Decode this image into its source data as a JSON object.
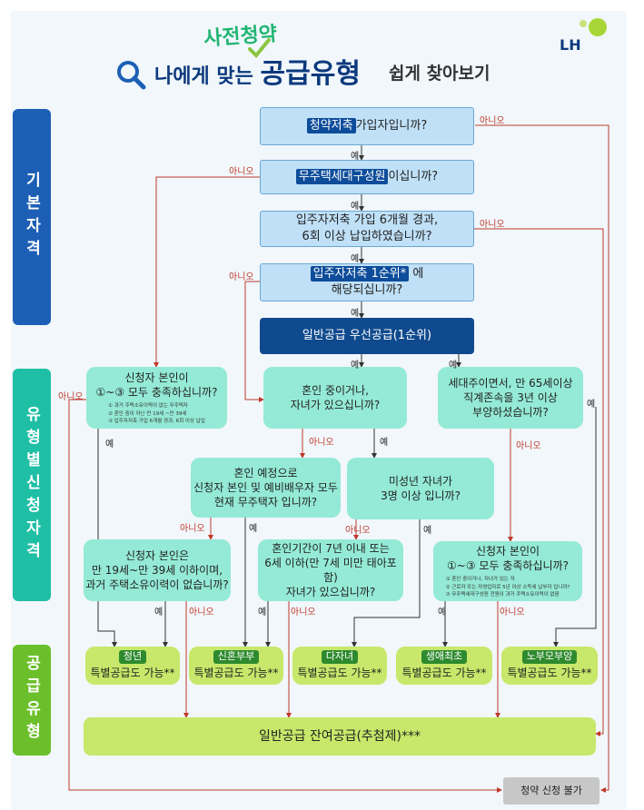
{
  "header": {
    "sub_title": "사전청약",
    "title_prefix": "나에게 맞는",
    "title_main": "공급유형",
    "title_suffix": "쉽게 찾아보기",
    "logo_text": "LH"
  },
  "sidebars": {
    "basic": "기본자격",
    "by_type": "유형별신청자격",
    "supply": "공급유형"
  },
  "nodes": {
    "q1": {
      "highlight": "청약저축",
      "text": "가입자입니까?"
    },
    "q2": {
      "highlight": "무주택세대구성원",
      "text": "이십니까?"
    },
    "q3": {
      "line1": "입주자저축 가입 6개월 경과,",
      "line2": "6회 이상 납입하였습니까?"
    },
    "q4": {
      "highlight": "입주자저축 1순위*",
      "text": " 에",
      "line2": "해당되십니까?"
    },
    "q5": {
      "text": "일반공급 우선공급(1순위)"
    },
    "t1": {
      "line1": "신청자 본인이",
      "line2": "①~③ 모두 충족하십니까?",
      "notes": [
        "① 과거 주택소유이력이 없는 무주택자",
        "② 혼인 중이 아닌 만 19세 ~만 39세",
        "③ 입주자저축 가입 6개월 경과, 6회 이상 납입"
      ]
    },
    "t2": {
      "line1": "혼인 중이거나,",
      "line2": "자녀가 있으십니까?"
    },
    "t3": {
      "line1": "세대주이면서, 만 65세이상",
      "line2": "직계존속을 3년 이상",
      "line3": "부양하셨습니까?"
    },
    "t4": {
      "line1": "혼인 예정으로",
      "line2": "신청자 본인 및 예비배우자 모두",
      "line3": "현재 무주택자 입니까?"
    },
    "t5": {
      "line1": "미성년 자녀가",
      "line2": "3명 이상 입니까?"
    },
    "t6": {
      "line1": "신청자 본인은",
      "line2": "만 19세~만 39세 이하이며,",
      "line3": "과거 주택소유이력이 없습니까?"
    },
    "t7": {
      "line1": "혼인기간이 7년 이내 또는",
      "line2": "6세 이하(만 7세 미만 태아포함)",
      "line3": "자녀가 있으십니까?"
    },
    "t8": {
      "line1": "신청자 본인이",
      "line2": "①~③ 모두 충족하십니까?",
      "notes": [
        "① 혼인 중이거나, 자녀가 있는 자",
        "② 근로자 또는 자영업자로 5년 이상 소득세 납부자 입니까?",
        "③ 무주택세대구성원 전원이 과거 주택소유이력이 없음"
      ]
    },
    "g1": {
      "tag": "청년",
      "text": "특별공급도 가능**"
    },
    "g2": {
      "tag": "신혼부부",
      "text": "특별공급도 가능**"
    },
    "g3": {
      "tag": "다자녀",
      "text": "특별공급도 가능**"
    },
    "g4": {
      "tag": "생애최초",
      "text": "특별공급도 가능**"
    },
    "g5": {
      "tag": "노부모부양",
      "text": "특별공급도 가능**"
    },
    "final": {
      "text": "일반공급 잔여공급(추첨제)***"
    },
    "reject": {
      "text": "청약 신청 불가"
    }
  },
  "labels": {
    "yes": "예",
    "no": "아니오"
  }
}
